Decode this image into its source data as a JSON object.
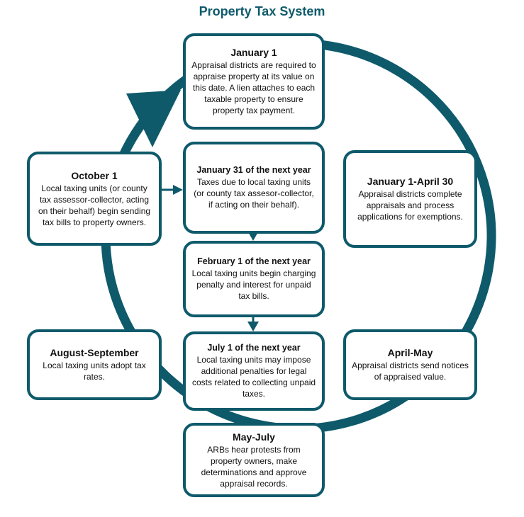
{
  "title": "Property Tax System",
  "colors": {
    "accent": "#0e5a6b"
  },
  "boxes": {
    "jan1": {
      "heading": "January 1",
      "text": "Appraisal districts are required to appraise property at its value on this date. A lien attaches to each taxable property to ensure property tax payment."
    },
    "jan_apr": {
      "heading": "January 1-April 30",
      "text": "Appraisal districts complete appraisals and process applications for exemptions."
    },
    "apr_may": {
      "heading": "April-May",
      "text": "Appraisal districts send notices of appraised value."
    },
    "may_jul": {
      "heading": "May-July",
      "text": "ARBs hear protests from property owners, make determinations and approve appraisal records."
    },
    "aug_sep": {
      "heading": "August-September",
      "text": "Local taxing units adopt tax rates."
    },
    "oct1": {
      "heading": "October 1",
      "text": "Local taxing units (or county tax assessor-collector, acting on their behalf) begin sending tax bills to property owners."
    },
    "jan31": {
      "heading": "January 31 of the next year",
      "text": "Taxes due to local taxing units (or county tax assesor-collector, if acting on their behalf)."
    },
    "feb1": {
      "heading": "February 1 of the next year",
      "text": "Local taxing units begin charging penalty and interest for unpaid tax bills."
    },
    "jul1": {
      "heading": "July 1 of the next year",
      "text": "Local taxing units may impose additional penalties for legal costs related to collecting unpaid taxes."
    }
  }
}
